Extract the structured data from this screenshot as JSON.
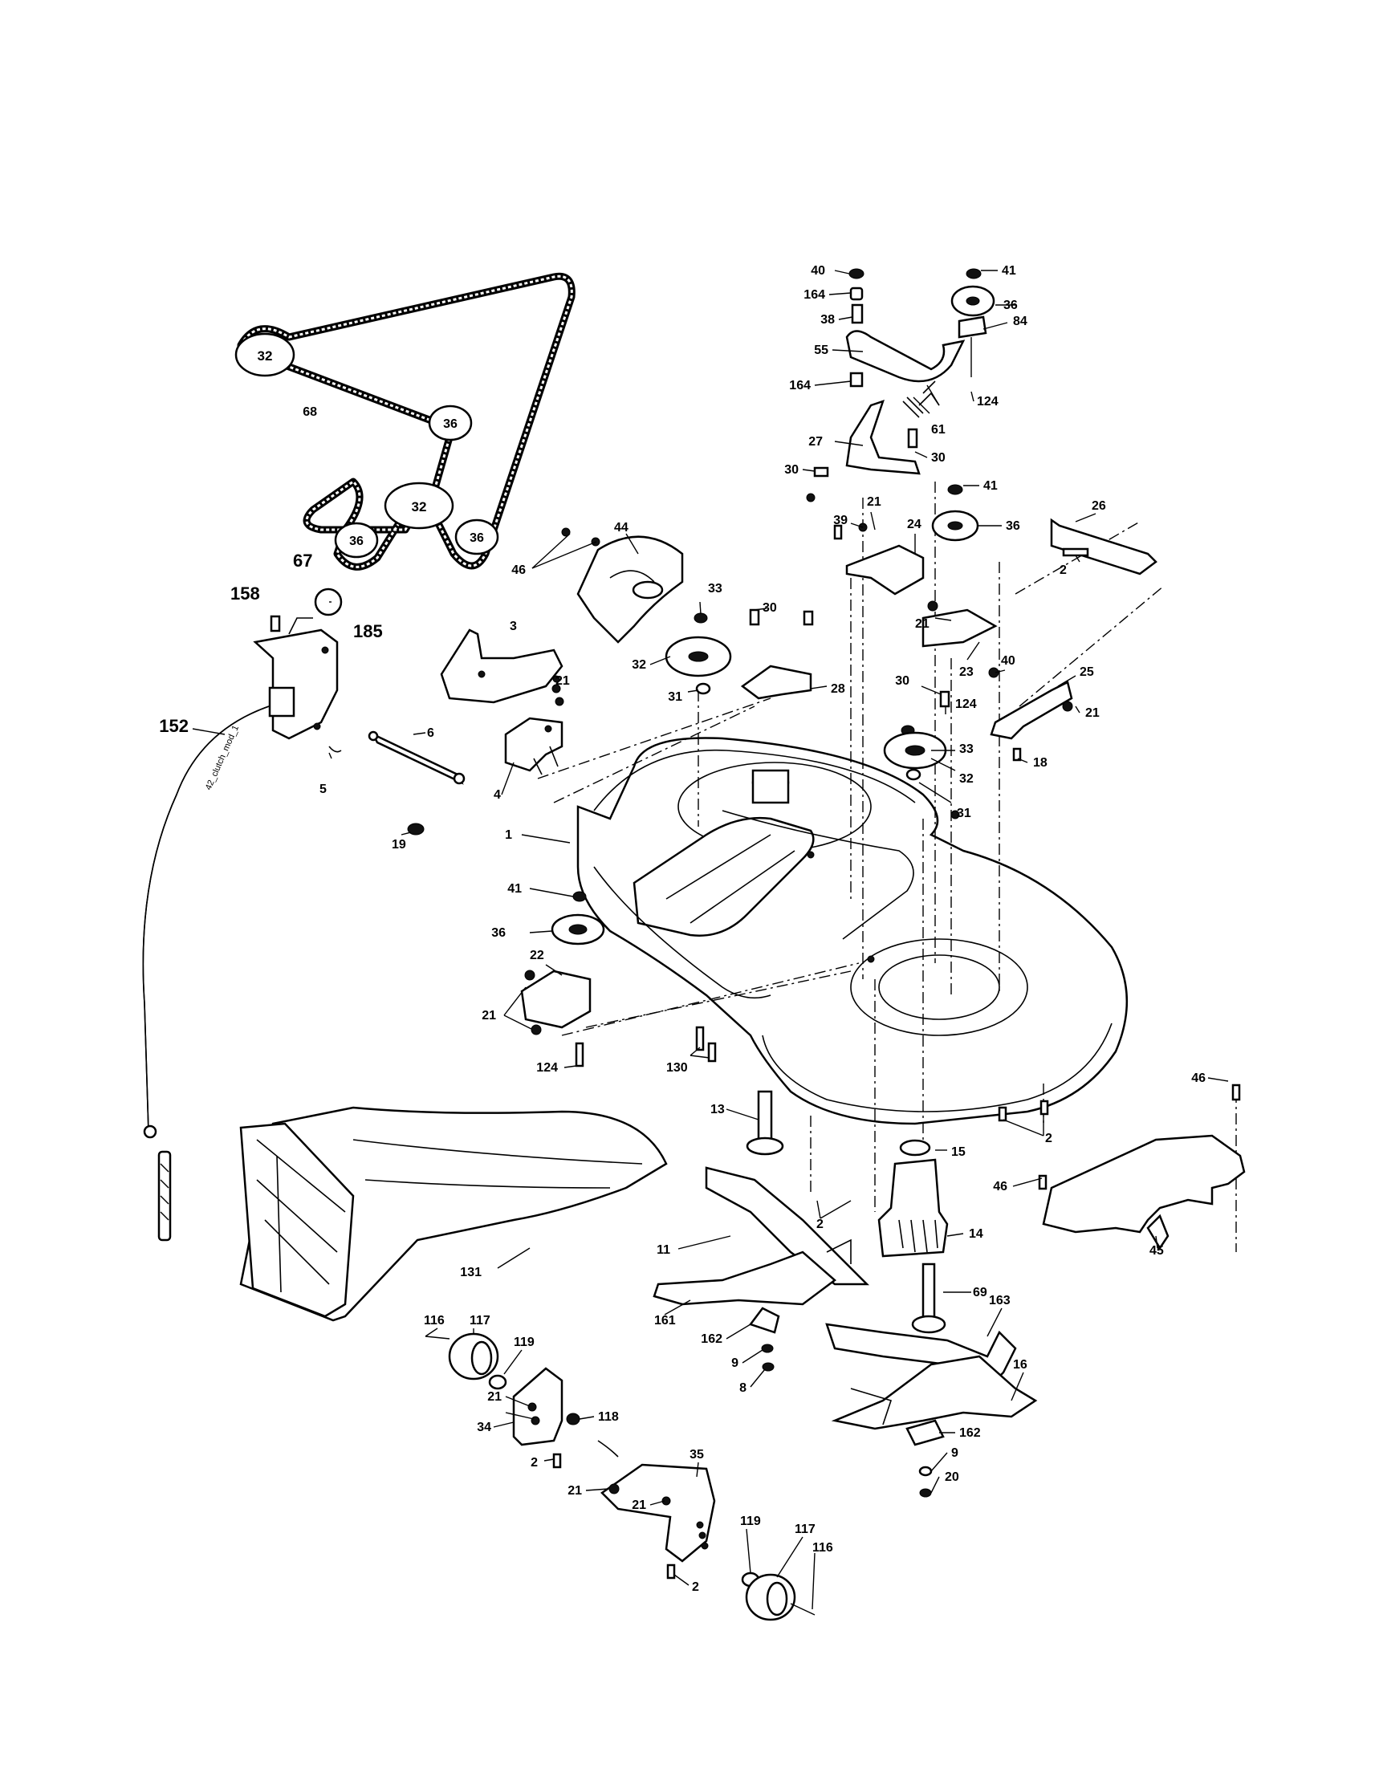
{
  "diagram": {
    "belt_pulley_labels": [
      "32",
      "36",
      "32",
      "36",
      "36"
    ],
    "cable_label": "42_clutch_mod_1",
    "callouts": [
      {
        "id": "c40a",
        "text": "40"
      },
      {
        "id": "c164a",
        "text": "164"
      },
      {
        "id": "c38",
        "text": "38"
      },
      {
        "id": "c55",
        "text": "55"
      },
      {
        "id": "c164b",
        "text": "164"
      },
      {
        "id": "c41a",
        "text": "41"
      },
      {
        "id": "c36a",
        "text": "36"
      },
      {
        "id": "c84",
        "text": "84"
      },
      {
        "id": "c124a",
        "text": "124"
      },
      {
        "id": "c61",
        "text": "61"
      },
      {
        "id": "c27",
        "text": "27"
      },
      {
        "id": "c30a",
        "text": "30"
      },
      {
        "id": "c30b",
        "text": "30"
      },
      {
        "id": "c41b",
        "text": "41"
      },
      {
        "id": "c21a",
        "text": "21"
      },
      {
        "id": "c39",
        "text": "39"
      },
      {
        "id": "c24",
        "text": "24"
      },
      {
        "id": "c36b",
        "text": "36"
      },
      {
        "id": "c26",
        "text": "26"
      },
      {
        "id": "c2a",
        "text": "2"
      },
      {
        "id": "c68",
        "text": "68"
      },
      {
        "id": "c67",
        "text": "67"
      },
      {
        "id": "c46a",
        "text": "46"
      },
      {
        "id": "c44",
        "text": "44"
      },
      {
        "id": "c158",
        "text": "158"
      },
      {
        "id": "c185",
        "text": "185"
      },
      {
        "id": "c3",
        "text": "3"
      },
      {
        "id": "c33a",
        "text": "33"
      },
      {
        "id": "c30c",
        "text": "30"
      },
      {
        "id": "c21b",
        "text": "21"
      },
      {
        "id": "c23",
        "text": "23"
      },
      {
        "id": "c40b",
        "text": "40"
      },
      {
        "id": "c25",
        "text": "25"
      },
      {
        "id": "c32a",
        "text": "32"
      },
      {
        "id": "c31a",
        "text": "31"
      },
      {
        "id": "c21c",
        "text": "21"
      },
      {
        "id": "c28",
        "text": "28"
      },
      {
        "id": "c30d",
        "text": "30"
      },
      {
        "id": "c124b",
        "text": "124"
      },
      {
        "id": "c21d",
        "text": "21"
      },
      {
        "id": "c152",
        "text": "152"
      },
      {
        "id": "c6",
        "text": "6"
      },
      {
        "id": "c5",
        "text": "5"
      },
      {
        "id": "c4",
        "text": "4"
      },
      {
        "id": "c18",
        "text": "18"
      },
      {
        "id": "c33b",
        "text": "33"
      },
      {
        "id": "c32b",
        "text": "32"
      },
      {
        "id": "c31b",
        "text": "31"
      },
      {
        "id": "c19",
        "text": "19"
      },
      {
        "id": "c1",
        "text": "1"
      },
      {
        "id": "c41c",
        "text": "41"
      },
      {
        "id": "c36c",
        "text": "36"
      },
      {
        "id": "c22",
        "text": "22"
      },
      {
        "id": "c21e",
        "text": "21"
      },
      {
        "id": "c124c",
        "text": "124"
      },
      {
        "id": "c130",
        "text": "130"
      },
      {
        "id": "c46b",
        "text": "46"
      },
      {
        "id": "c13",
        "text": "13"
      },
      {
        "id": "c2b",
        "text": "2"
      },
      {
        "id": "c15",
        "text": "15"
      },
      {
        "id": "c46c",
        "text": "46"
      },
      {
        "id": "c2c",
        "text": "2"
      },
      {
        "id": "c14",
        "text": "14"
      },
      {
        "id": "c45",
        "text": "45"
      },
      {
        "id": "c11",
        "text": "11"
      },
      {
        "id": "c131",
        "text": "131"
      },
      {
        "id": "c69",
        "text": "69"
      },
      {
        "id": "c163",
        "text": "163"
      },
      {
        "id": "c161",
        "text": "161"
      },
      {
        "id": "c162a",
        "text": "162"
      },
      {
        "id": "c9a",
        "text": "9"
      },
      {
        "id": "c8",
        "text": "8"
      },
      {
        "id": "c116a",
        "text": "116"
      },
      {
        "id": "c117a",
        "text": "117"
      },
      {
        "id": "c119a",
        "text": "119"
      },
      {
        "id": "c16",
        "text": "16"
      },
      {
        "id": "c21f",
        "text": "21"
      },
      {
        "id": "c34",
        "text": "34"
      },
      {
        "id": "c118",
        "text": "118"
      },
      {
        "id": "c162b",
        "text": "162"
      },
      {
        "id": "c9b",
        "text": "9"
      },
      {
        "id": "c2d",
        "text": "2"
      },
      {
        "id": "c20",
        "text": "20"
      },
      {
        "id": "c21g",
        "text": "21"
      },
      {
        "id": "c35",
        "text": "35"
      },
      {
        "id": "c21h",
        "text": "21"
      },
      {
        "id": "c119b",
        "text": "119"
      },
      {
        "id": "c117b",
        "text": "117"
      },
      {
        "id": "c116b",
        "text": "116"
      },
      {
        "id": "c2e",
        "text": "2"
      }
    ]
  }
}
